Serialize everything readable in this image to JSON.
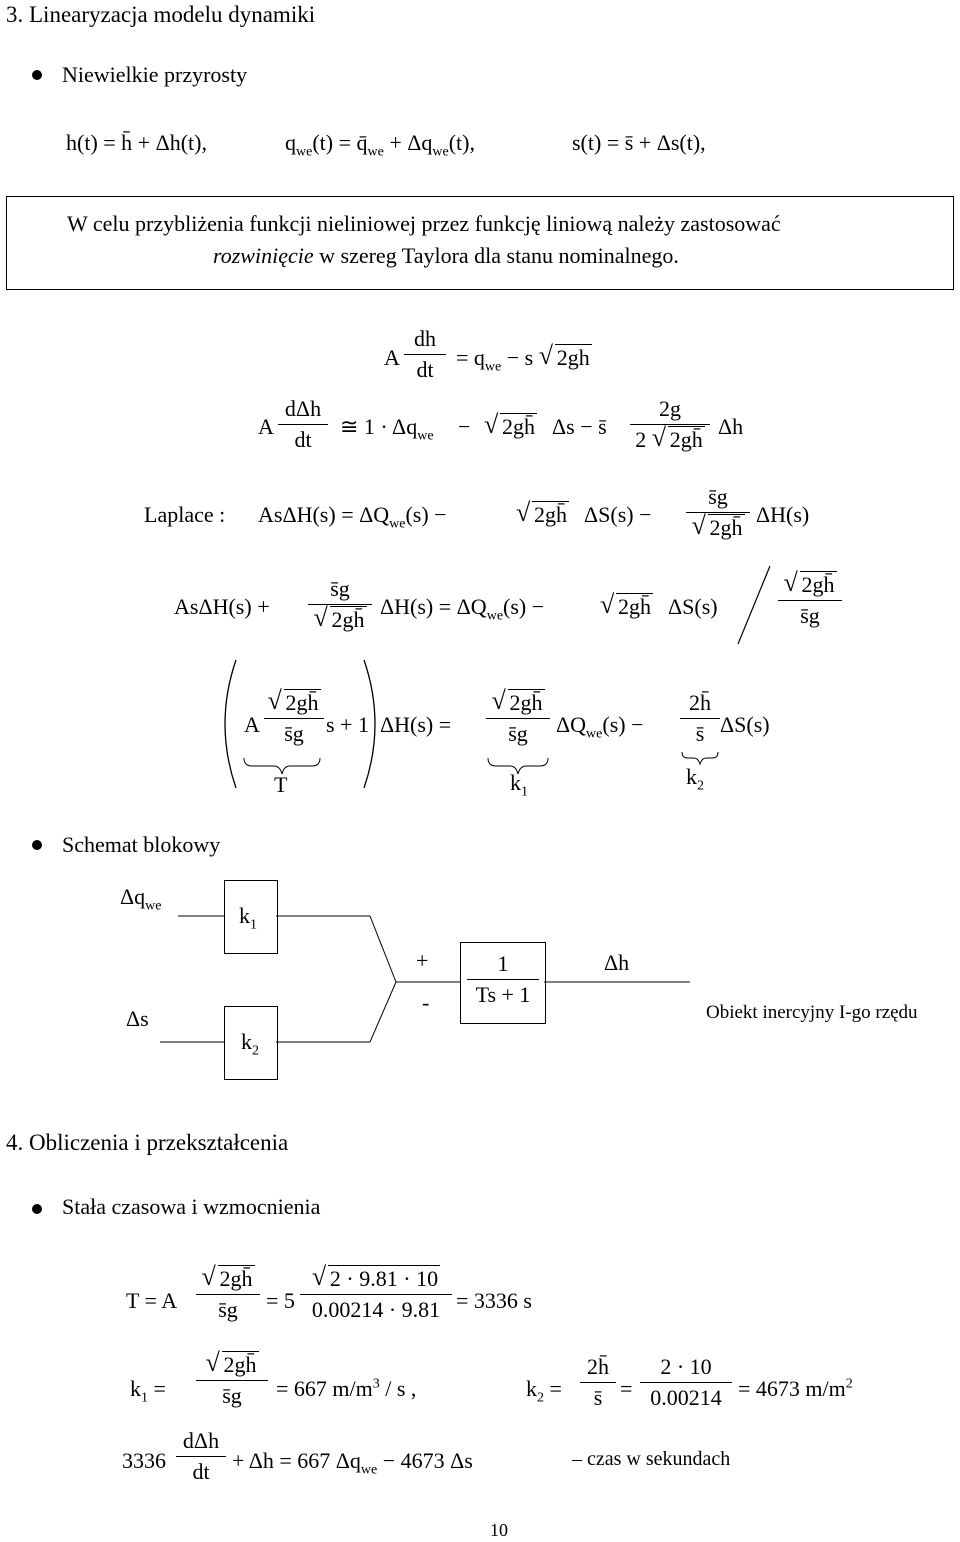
{
  "section3": {
    "title": "3. Linearyzacja modelu dynamiki",
    "bullet1": "Niewielkie przyrosty",
    "increments": {
      "h": "h(t) = h̄ + Δh(t),",
      "q": "q",
      "q_sub": "we",
      "q_rest": "(t) = q̄",
      "q_rest2": "we",
      "q_rest3": " + Δq",
      "q_rest4": "we",
      "q_rest5": "(t),",
      "s": "s(t) = s̄ + Δs(t),"
    },
    "note_line1": "W celu przybliżenia funkcji nieliniowej przez funkcję liniową należy zastosować",
    "note_line2_italic": "rozwinięcie",
    "note_line2_rest": " w szereg Taylora dla stanu nominalnego.",
    "eq1": {
      "A": "A",
      "num": "dh",
      "den": "dt",
      "rhs": "= q",
      "sub": "we",
      "rhs2": "− s",
      "root": "2gh"
    },
    "eq2": {
      "A": "A",
      "num": "dΔh",
      "den": "dt",
      "approx": "≅ 1 · Δq",
      "sub": "we",
      "minus": "−",
      "root": "2gh̄",
      "ds": "Δs  −  s̄",
      "fnum": "2g",
      "fden_pre": "2",
      "fden_root": "2gh̄",
      "dh": "Δh"
    },
    "laplace": {
      "label": "Laplace :",
      "lhs": "AsΔH(s)  =  ΔQ",
      "sub": "we",
      "mid": "(s)  −",
      "root": "2gh̄",
      "ss": "ΔS(s)  −",
      "fnum": "s̄g",
      "fden": "2gh̄",
      "end": "ΔH(s)"
    },
    "eq4": {
      "lhs": "AsΔH(s)  +",
      "fnum": "s̄g",
      "fden": "2gh̄",
      "mid": "ΔH(s)  =  ΔQ",
      "sub": "we",
      "mid2": "(s)  −",
      "root": "2gh̄",
      "ss": "ΔS(s)",
      "mul_num": "2gh̄",
      "mul_den": "s̄g"
    },
    "eq5": {
      "A": "A",
      "fnum": "2gh̄",
      "fden": "s̄g",
      "s1": "s + 1",
      "H": "ΔH(s)  =",
      "f2num": "2gh̄",
      "f2den": "s̄g",
      "Q": "ΔQ",
      "sub": "we",
      "Q2": "(s)  −",
      "f3num": "2h̄",
      "f3den": "s̄",
      "S": "ΔS(s)",
      "T": "T",
      "k1": "k",
      "k1sub": "1",
      "k2": "k",
      "k2sub": "2"
    },
    "bullet2": "Schemat blokowy",
    "diagram": {
      "dq": "Δq",
      "dq_sub": "we",
      "ds": "Δs",
      "k1": "k",
      "k1_sub": "1",
      "k2": "k",
      "k2_sub": "2",
      "plus": "+",
      "minus": "-",
      "tf_num": "1",
      "tf_den": "Ts + 1",
      "dh": "Δh",
      "label": "Obiekt inercyjny I-go rzędu"
    }
  },
  "section4": {
    "title": "4. Obliczenia i przekształcenia",
    "bullet": "Stała czasowa i wzmocnienia",
    "T": {
      "lhs": "T  =  A",
      "fnum": "2gh̄",
      "fden": "s̄g",
      "eq": "= 5",
      "f2num": "2 · 9.81 · 10",
      "f2den": "0.00214 · 9.81",
      "res": "= 3336  s"
    },
    "k1": {
      "lhs": "k",
      "sub": "1",
      "eq": "=",
      "fnum": "2gh̄",
      "fden": "s̄g",
      "res": "= 667 m/m",
      "sup": "3",
      "res2": " / s ,"
    },
    "k2": {
      "lhs": "k",
      "sub": "2",
      "eq": "=",
      "fnum": "2h̄",
      "fden": "s̄",
      "eq2": "=",
      "f2num": "2 · 10",
      "f2den": "0.00214",
      "res": "= 4673 m/m",
      "sup": "2"
    },
    "final": {
      "coef": "3336",
      "num": "dΔh",
      "den": "dt",
      "rest": "+ Δh = 667 Δq",
      "sub": "we",
      "rest2": " − 4673 Δs",
      "comment": "–  czas w sekundach"
    }
  },
  "page_number": "10"
}
